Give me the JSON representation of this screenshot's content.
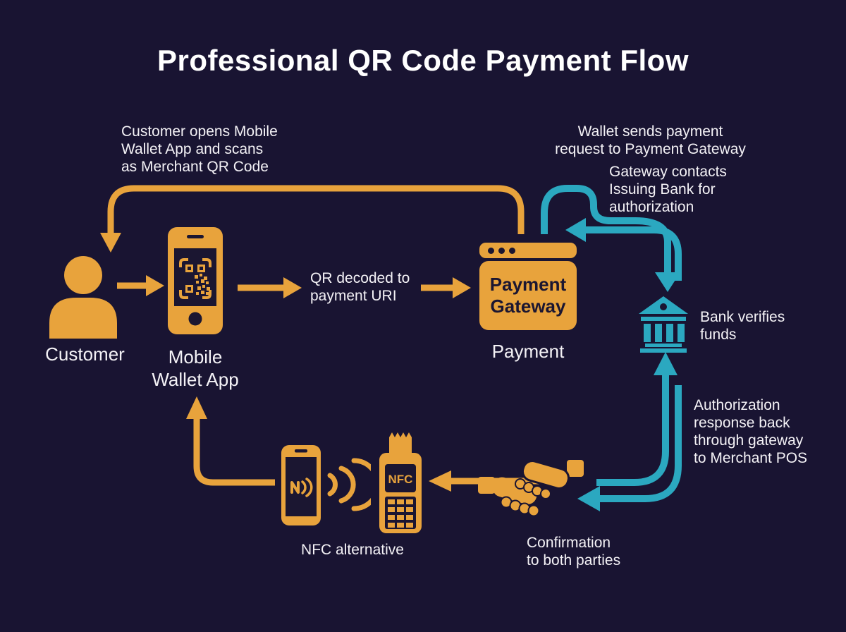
{
  "title": "Professional QR Code Payment Flow",
  "colors": {
    "background": "#191432",
    "orange": "#E8A33C",
    "teal": "#2BA8C0",
    "text": "#F4F2F6",
    "dark": "#1B1631"
  },
  "annotations": {
    "scan": "Customer opens Mobile\nWallet App and scans\nas Merchant QR Code",
    "wallet_request": "Wallet sends payment\nrequest to Payment Gateway",
    "gateway_contacts": "Gateway contacts\nIssuing Bank for\nauthorization",
    "qr_decoded": "QR decoded to\npayment URI",
    "bank_verifies": "Bank verifies\nfunds",
    "auth_response": "Authorization\nresponse back\nthrough gateway\nto Merchant POS",
    "nfc_alternative": "NFC alternative",
    "confirmation": "Confirmation\nto both parties"
  },
  "nodes": {
    "customer": {
      "label": "Customer"
    },
    "mobile_wallet": {
      "label": "Mobile\nWallet App"
    },
    "gateway": {
      "title": "Payment\nGateway",
      "label": "Payment"
    },
    "pos_terminal": {
      "screen": "NFC"
    }
  },
  "icons": {
    "customer": "person-icon",
    "mobile_wallet": "smartphone-qr-icon",
    "gateway": "browser-window-icon",
    "bank": "bank-building-icon",
    "nfc_phone": "smartphone-nfc-icon",
    "waves": "nfc-waves-icon",
    "pos_terminal": "pos-terminal-icon",
    "handshake": "handshake-icon"
  }
}
